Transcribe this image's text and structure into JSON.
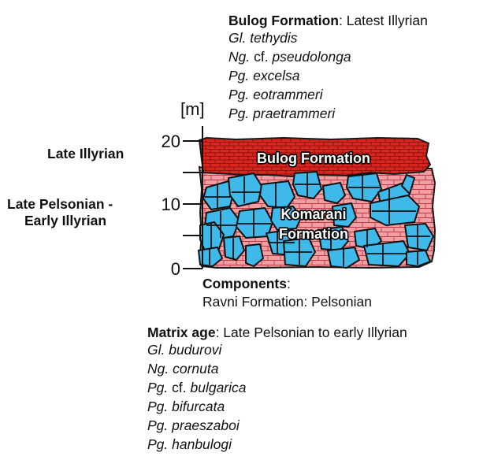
{
  "top_block": {
    "title_bold": "Bulog Formation",
    "title_rest": ": Latest Illyrian",
    "taxa": [
      [
        {
          "t": "Gl. tethydis",
          "i": true
        }
      ],
      [
        {
          "t": "Ng.",
          "i": true
        },
        {
          "t": " cf. ",
          "i": false
        },
        {
          "t": "pseudolonga",
          "i": true
        }
      ],
      [
        {
          "t": "Pg. excelsa",
          "i": true
        }
      ],
      [
        {
          "t": "Pg. eotrammeri",
          "i": true
        }
      ],
      [
        {
          "t": "Pg. praetrammeri",
          "i": true
        }
      ]
    ]
  },
  "axis": {
    "unit_label": "[m]",
    "ticks": [
      {
        "value": 20,
        "label": "20"
      },
      {
        "value": 10,
        "label": "10"
      },
      {
        "value": 0,
        "label": "0"
      }
    ]
  },
  "age_labels": {
    "upper": "Late Illyrian",
    "lower_line1": "Late Pelsonian -",
    "lower_line2": "Early Illyrian"
  },
  "units": {
    "bulog": "Bulog Formation",
    "komarani_line1": "Komarani",
    "komarani_line2": "Formation"
  },
  "components": {
    "title_bold": "Components",
    "title_rest": ":",
    "line": "Ravni Formation: Pelsonian"
  },
  "matrix": {
    "title_bold": "Matrix age",
    "title_rest": ": Late Pelsonian to early Illyrian",
    "taxa": [
      [
        {
          "t": "Gl. budurovi",
          "i": true
        }
      ],
      [
        {
          "t": "Ng. cornuta",
          "i": true
        }
      ],
      [
        {
          "t": "Pg.",
          "i": true
        },
        {
          "t": " cf. ",
          "i": false
        },
        {
          "t": "bulgarica",
          "i": true
        }
      ],
      [
        {
          "t": "Pg. bifurcata",
          "i": true
        }
      ],
      [
        {
          "t": "Pg. praeszaboi",
          "i": true
        }
      ],
      [
        {
          "t": "Pg. hanbulogi",
          "i": true
        }
      ]
    ]
  },
  "colors": {
    "bulog_fill": "#d9271f",
    "matrix_fill": "#f0a0a5",
    "clast_fill": "#3fb9e9",
    "outline": "#1a1a1a"
  }
}
